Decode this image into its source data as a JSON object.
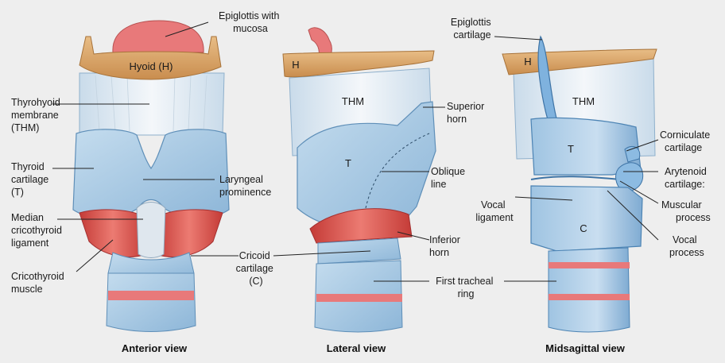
{
  "labels": {
    "epiglottis_mucosa": [
      "Epiglottis with",
      "mucosa"
    ],
    "hyoid": "Hyoid (H)",
    "thyrohyoid": [
      "Thyrohyoid",
      "membrane",
      "(THM)"
    ],
    "thyroid": [
      "Thyroid",
      "cartilage",
      "(T)"
    ],
    "median_cricothyroid": [
      "Median",
      "cricothyroid",
      "ligament"
    ],
    "cricothyroid_muscle": [
      "Cricothyroid",
      "muscle"
    ],
    "laryngeal_prominence": [
      "Laryngeal",
      "prominence"
    ],
    "cricoid": [
      "Cricoid",
      "cartilage",
      "(C)"
    ],
    "h_lateral": "H",
    "thm_lateral": "THM",
    "t_lateral": "T",
    "superior_horn": [
      "Superior",
      "horn"
    ],
    "oblique_line": [
      "Oblique",
      "line"
    ],
    "inferior_horn": [
      "Inferior",
      "horn"
    ],
    "first_tracheal_ring": [
      "First tracheal",
      "ring"
    ],
    "epiglottis_cartilage": [
      "Epiglottis",
      "cartilage"
    ],
    "h_mid": "H",
    "thm_mid": "THM",
    "t_mid": "T",
    "c_mid": "C",
    "corniculate": [
      "Corniculate",
      "cartilage"
    ],
    "arytenoid": [
      "Arytenoid",
      "cartilage:"
    ],
    "muscular_process": [
      "Muscular",
      "process"
    ],
    "vocal_process": [
      "Vocal",
      "process"
    ],
    "vocal_ligament": [
      "Vocal",
      "ligament"
    ]
  },
  "views": {
    "anterior": "Anterior view",
    "lateral": "Lateral view",
    "midsagittal": "Midsagittal view"
  },
  "colors": {
    "background": "#eeeeee",
    "cartilage": "#a9c9e3",
    "cartilage_dark": "#6f9fc8",
    "membrane": "#e8eef4",
    "hyoid": "#d9a56b",
    "muscle": "#d9534f",
    "mucosa": "#e8797a"
  }
}
